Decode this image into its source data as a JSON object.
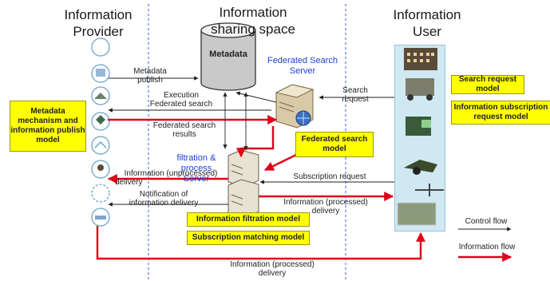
{
  "headers": {
    "provider_line1": "Information",
    "provider_line2": "Provider",
    "sharing_line1": "Information",
    "sharing_line2": "sharing space",
    "user_line1": "Information",
    "user_line2": "User"
  },
  "nodes": {
    "metadata": "Metadata",
    "federated_server_line1": "Federated Search",
    "federated_server_line2": "Server",
    "filtration_line1": "filtration &",
    "filtration_line2": "process",
    "filtration_line3": "Server"
  },
  "models": {
    "metadata_mechanism": "Metadata mechanism and information publish model",
    "federated_search": "Federated search model",
    "search_request": "Search request model",
    "info_subscription": "Information subscription request model",
    "info_filtration": "Information filtration model",
    "subscription_matching": "Subscription matching model"
  },
  "flows": {
    "metadata_publish_1": "Metadata",
    "metadata_publish_2": "publish",
    "execution_1": "Execution",
    "execution_2": "Federated search",
    "search_request_1": "Search",
    "search_request_2": "request",
    "fed_results_1": "Federated search",
    "fed_results_2": "results",
    "info_unprocessed_1": "Information (unprocessed)",
    "info_unprocessed_2": "delivery",
    "notification_1": "Notification of",
    "notification_2": "information delivery",
    "subscription_request": "Subscription request",
    "info_processed_1": "Information (processed)",
    "info_processed_2": "delivery",
    "bottom_processed_1": "Information (processed)",
    "bottom_processed_2": "delivery"
  },
  "legend": {
    "control_flow": "Control flow",
    "information_flow": "Information flow"
  },
  "colors": {
    "info_flow": "#e0001a",
    "control_flow": "#222222",
    "model_box": "#ffff00",
    "user_panel": "#cfe8f2",
    "server_label": "#1f3fd1"
  }
}
